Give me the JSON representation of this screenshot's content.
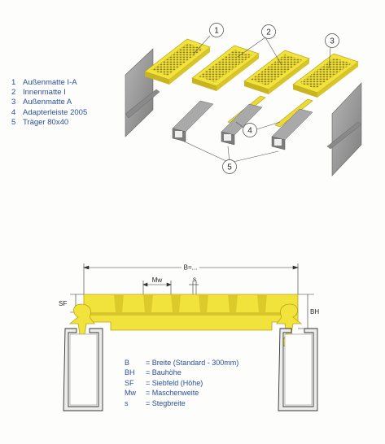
{
  "parts": [
    {
      "num": "1",
      "label": "Außenmatte I-A"
    },
    {
      "num": "2",
      "label": "Innenmatte I"
    },
    {
      "num": "3",
      "label": "Außenmatte A"
    },
    {
      "num": "4",
      "label": "Adapterleiste 2005"
    },
    {
      "num": "5",
      "label": "Träger 80x40"
    }
  ],
  "callouts": [
    "1",
    "2",
    "3",
    "4",
    "5"
  ],
  "dimensions": {
    "width": "B=...",
    "mesh": "Mw",
    "web": "s",
    "sieve": "SF",
    "height": "BH"
  },
  "legend": [
    {
      "abbr": "B",
      "text": "= Breite (Standard - 300mm)"
    },
    {
      "abbr": "BH",
      "text": "= Bauhöhe"
    },
    {
      "abbr": "SF",
      "text": "= Siebfeld (Höhe)"
    },
    {
      "abbr": "Mw",
      "text": "= Maschenweite"
    },
    {
      "abbr": "s",
      "text": "= Stegbreite"
    }
  ],
  "colors": {
    "yellow": "#f2e33c",
    "yellow_dark": "#c9b520",
    "grey": "#9a9a9a",
    "text_blue": "#2e4f96"
  }
}
